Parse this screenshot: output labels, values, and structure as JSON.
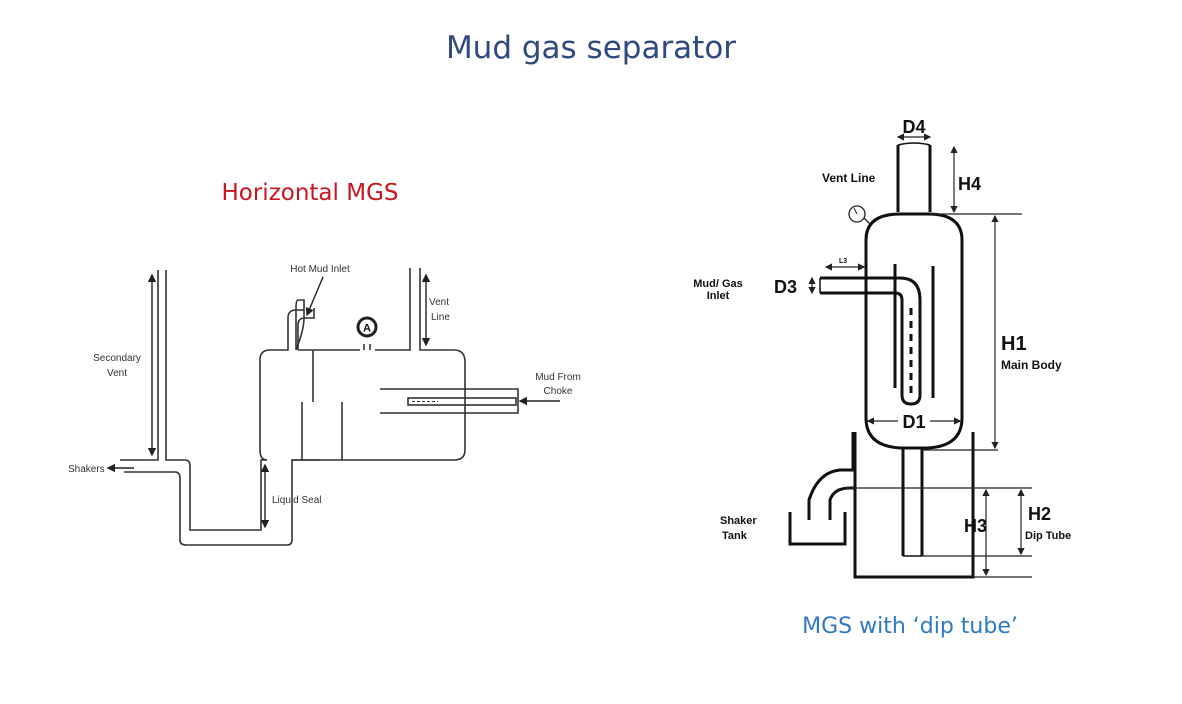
{
  "title": "Mud gas separator",
  "horizontal": {
    "caption": "Horizontal MGS",
    "labels": {
      "hot_mud_inlet": "Hot Mud Inlet",
      "vent_line_1": "Vent",
      "vent_line_2": "Line",
      "secondary_vent_1": "Secondary",
      "secondary_vent_2": "Vent",
      "mud_from_choke_1": "Mud From",
      "mud_from_choke_2": "Choke",
      "shakers": "Shakers",
      "liquid_seal": "Liquid Seal",
      "gauge": "A"
    }
  },
  "vertical": {
    "caption": "MGS with ‘dip tube’",
    "labels": {
      "d4": "D4",
      "h4": "H4",
      "vent_line": "Vent Line",
      "mud_gas_inlet_1": "Mud/ Gas",
      "mud_gas_inlet_2": "Inlet",
      "d3": "D3",
      "l3": "L3",
      "h1": "H1",
      "main_body": "Main Body",
      "d1": "D1",
      "h2": "H2",
      "dip_tube": "Dip Tube",
      "h3": "H3",
      "shaker_tank_1": "Shaker",
      "shaker_tank_2": "Tank"
    }
  },
  "colors": {
    "title": "#2f4a7e",
    "horizontal_caption": "#c7161f",
    "vertical_caption": "#2e79c2"
  }
}
